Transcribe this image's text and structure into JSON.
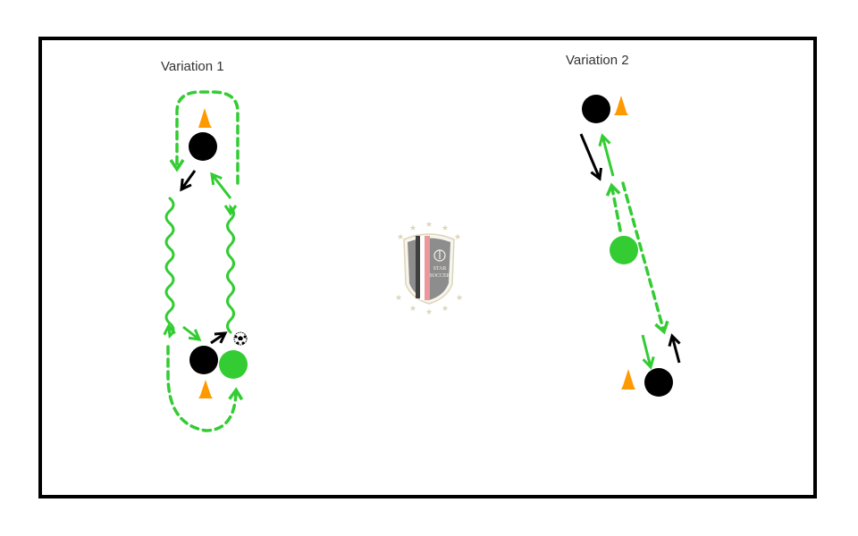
{
  "diagram": {
    "title_left": "Variation 1",
    "title_right": "Variation 2",
    "logo": {
      "line1": "STAR",
      "line2": "SOCCER"
    }
  },
  "colors": {
    "field_border": "#000000",
    "player_black": "#000000",
    "player_green": "#33cc33",
    "cone": "#ff9900",
    "path_green": "#33cc33",
    "pass_black": "#000000",
    "logo_gray": "#7a7a7a",
    "logo_pink": "#e8868a",
    "logo_gold": "#d6ceb0"
  },
  "variation_1": {
    "players": [
      {
        "id": "v1-black-top",
        "team": "black"
      },
      {
        "id": "v1-black-bottom",
        "team": "black"
      },
      {
        "id": "v1-green",
        "team": "green"
      }
    ],
    "cones": 2,
    "ball": true
  },
  "variation_2": {
    "players": [
      {
        "id": "v2-black-top",
        "team": "black"
      },
      {
        "id": "v2-green",
        "team": "green"
      },
      {
        "id": "v2-black-bottom",
        "team": "black"
      }
    ],
    "cones": 2
  }
}
